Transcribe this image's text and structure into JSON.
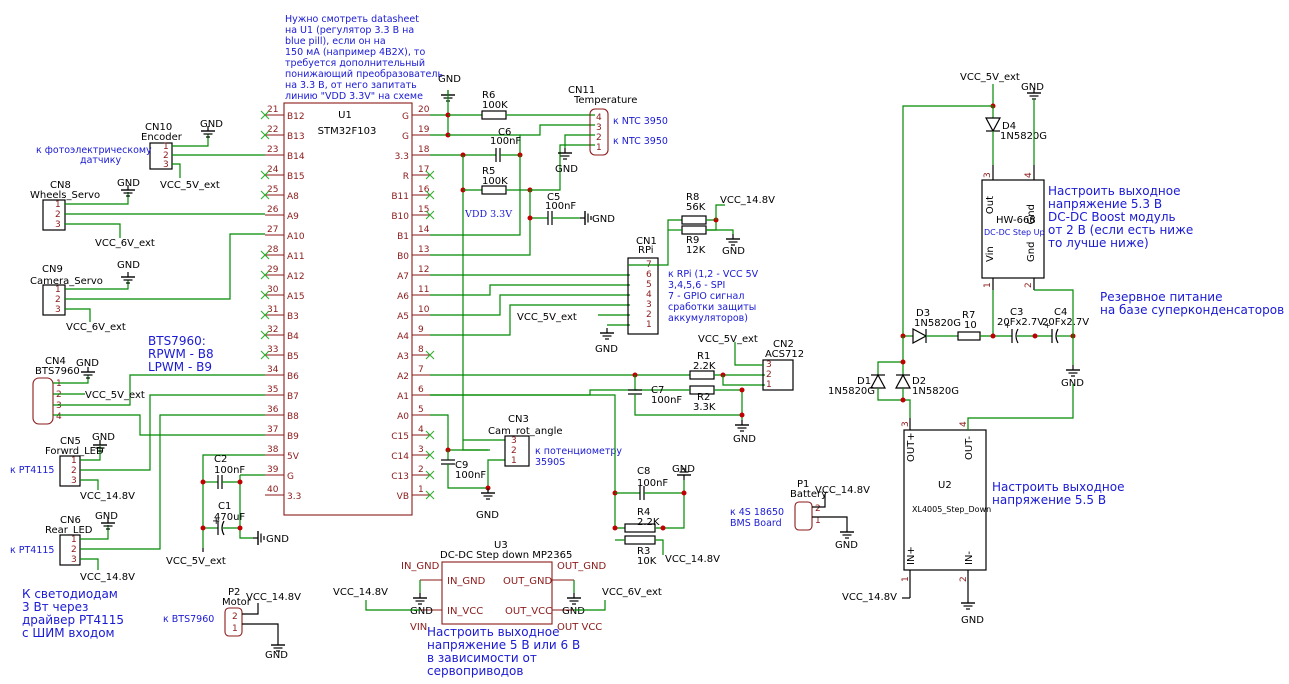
{
  "notes": {
    "u1_regulator": [
      "Нужно смотреть datasheet",
      "на U1 (регулятор 3.3 В на",
      "blue pill), если он на",
      "150 мА (например 4B2X), то",
      "требуется дополнительный",
      "понижающий преобразователь",
      "на 3.3 В, от него запитать",
      "линию \"VDD 3.3V\" на схеме"
    ],
    "encoder": [
      "к фотоэлектрическому",
      "датчику"
    ],
    "bts": [
      "BTS7960:",
      "RPWM - B8",
      "LPWM - B9"
    ],
    "pt4115_a": "к PT4115",
    "pt4115_b": "к PT4115",
    "leds": [
      "К светодиодам",
      "3 Вт через",
      "драйвер PT4115",
      "с ШИМ входом"
    ],
    "bts_motor": "к BTS7960",
    "ntc1": "к NTC 3950",
    "ntc2": "к NTC 3950",
    "rpi": [
      "к RPi (1,2 - VCC 5V",
      "3,4,5,6 - SPI",
      "7 - GPIO сигнал",
      "сработки защиты",
      "аккумуляторов)"
    ],
    "pot": [
      "к потенциометру",
      "3590S"
    ],
    "bms": [
      "к 4S 18650",
      "BMS Board"
    ],
    "vdd33": "VDD 3.3V",
    "boost": [
      "Настроить выходное",
      "напряжение 5.3 В",
      "DC-DC Boost модуль",
      "от 2 В (если есть ниже",
      "то лучше ниже)"
    ],
    "reserve": [
      "Резервное питание",
      "на базе суперконденсаторов"
    ],
    "stepdown": [
      "Настроить выходное",
      "напряжение 5.5 В"
    ],
    "mp2365": [
      "Настроить выходное",
      "напряжение 5 В или 6 В",
      "в зависимости от",
      "сервоприводов"
    ]
  },
  "u1": {
    "ref": "U1",
    "value": "STM32F103",
    "left_pins": [
      [
        "21",
        "B12"
      ],
      [
        "22",
        "B13"
      ],
      [
        "23",
        "B14"
      ],
      [
        "24",
        "B15"
      ],
      [
        "25",
        "A8"
      ],
      [
        "26",
        "A9"
      ],
      [
        "27",
        "A10"
      ],
      [
        "28",
        "A11"
      ],
      [
        "29",
        "A12"
      ],
      [
        "30",
        "A15"
      ],
      [
        "31",
        "B3"
      ],
      [
        "32",
        "B4"
      ],
      [
        "33",
        "B5"
      ],
      [
        "34",
        "B6"
      ],
      [
        "35",
        "B7"
      ],
      [
        "36",
        "B8"
      ],
      [
        "37",
        "B9"
      ],
      [
        "38",
        "5V"
      ],
      [
        "39",
        "G"
      ],
      [
        "40",
        "3.3"
      ]
    ],
    "right_pins": [
      [
        "20",
        "G"
      ],
      [
        "19",
        "G"
      ],
      [
        "18",
        "3.3"
      ],
      [
        "17",
        "R"
      ],
      [
        "16",
        "B11"
      ],
      [
        "15",
        "B10"
      ],
      [
        "14",
        "B1"
      ],
      [
        "13",
        "B0"
      ],
      [
        "12",
        "A7"
      ],
      [
        "11",
        "A6"
      ],
      [
        "10",
        "A5"
      ],
      [
        "9",
        "A4"
      ],
      [
        "8",
        "A3"
      ],
      [
        "7",
        "A2"
      ],
      [
        "6",
        "A1"
      ],
      [
        "5",
        "A0"
      ],
      [
        "4",
        "C15"
      ],
      [
        "3",
        "C14"
      ],
      [
        "2",
        "C13"
      ],
      [
        "1",
        "VB"
      ]
    ]
  },
  "connectors": {
    "cn10": {
      "ref": "CN10",
      "name": "Encoder",
      "pins": [
        "1",
        "2",
        "3"
      ]
    },
    "cn8": {
      "ref": "CN8",
      "name": "Wheels_Servo",
      "pins": [
        "1",
        "2",
        "3"
      ]
    },
    "cn9": {
      "ref": "CN9",
      "name": "Camera_Servo",
      "pins": [
        "1",
        "2",
        "3"
      ]
    },
    "cn4": {
      "ref": "CN4",
      "name": "BTS7960",
      "pins": [
        "1",
        "2",
        "3",
        "4"
      ]
    },
    "cn5": {
      "ref": "CN5",
      "name": "Forwrd_LED",
      "pins": [
        "1",
        "2",
        "3"
      ]
    },
    "cn6": {
      "ref": "CN6",
      "name": "Rear_LED",
      "pins": [
        "1",
        "2",
        "3"
      ]
    },
    "p2": {
      "ref": "P2",
      "name": "Motor",
      "pins": [
        "2",
        "1"
      ]
    },
    "cn11": {
      "ref": "CN11",
      "name": "Temperature",
      "pins": [
        "4",
        "3",
        "2",
        "1"
      ]
    },
    "cn1": {
      "ref": "CN1",
      "name": "RPi",
      "pins": [
        "7",
        "6",
        "5",
        "4",
        "3",
        "2",
        "1"
      ]
    },
    "cn2": {
      "ref": "CN2",
      "name": "ACS712",
      "pins": [
        "3",
        "2",
        "1"
      ]
    },
    "cn3": {
      "ref": "CN3",
      "name": "Cam_rot_angle",
      "pins": [
        "3",
        "2",
        "1"
      ]
    },
    "p1": {
      "ref": "P1",
      "name": "Battery",
      "pins": [
        "2",
        "1"
      ]
    }
  },
  "parts": {
    "r6": [
      "R6",
      "100K"
    ],
    "c6": [
      "C6",
      "100nF"
    ],
    "r5": [
      "R5",
      "100K"
    ],
    "c5": [
      "C5",
      "100nF"
    ],
    "r8": [
      "R8",
      "56K"
    ],
    "r9": [
      "R9",
      "12K"
    ],
    "r1": [
      "R1",
      "2.2K"
    ],
    "r2": [
      "R2",
      "3.3K"
    ],
    "c7": [
      "C7",
      "100nF"
    ],
    "c9": [
      "C9",
      "100nF"
    ],
    "c8": [
      "C8",
      "100nF"
    ],
    "r4": [
      "R4",
      "2.2K"
    ],
    "r3": [
      "R3",
      "10K"
    ],
    "c2": [
      "C2",
      "100nF"
    ],
    "c1": [
      "C1",
      "470uF"
    ],
    "d4": [
      "D4",
      "1N5820G"
    ],
    "d3": [
      "D3",
      "1N5820G"
    ],
    "r7": [
      "R7",
      "10"
    ],
    "c3": [
      "C3",
      "20Fx2.7V"
    ],
    "c4": [
      "C4",
      "20Fx2.7V"
    ],
    "d1": [
      "D1",
      "1N5820G"
    ],
    "d2": [
      "D2",
      "1N5820G"
    ]
  },
  "u2": {
    "ref": "U2",
    "value": "XL4005_Step_Down",
    "pins": [
      "OUT+",
      "OUT-",
      "IN+",
      "IN-"
    ],
    "nums": [
      "3",
      "4",
      "1",
      "2"
    ]
  },
  "hw668": {
    "value": "HW-668",
    "sub": "DC-DC Step Up",
    "pins": [
      "Out",
      "Gnd",
      "Vin",
      "Gnd"
    ],
    "nums": [
      "3",
      "4",
      "1",
      "2"
    ]
  },
  "u3": {
    "ref": "U3",
    "value": "DC-DC Step down MP2365",
    "pins": [
      "IN_GND",
      "OUT_GND",
      "IN_VCC",
      "OUT_VCC"
    ],
    "outer": [
      "IN_GND",
      "OUT_GND",
      "VIN",
      "OUT VCC"
    ]
  },
  "nets": {
    "gnd": "GND",
    "v5": "VCC_5V_ext",
    "v6": "VCC_6V_ext",
    "v148": "VCC_14.8V"
  }
}
